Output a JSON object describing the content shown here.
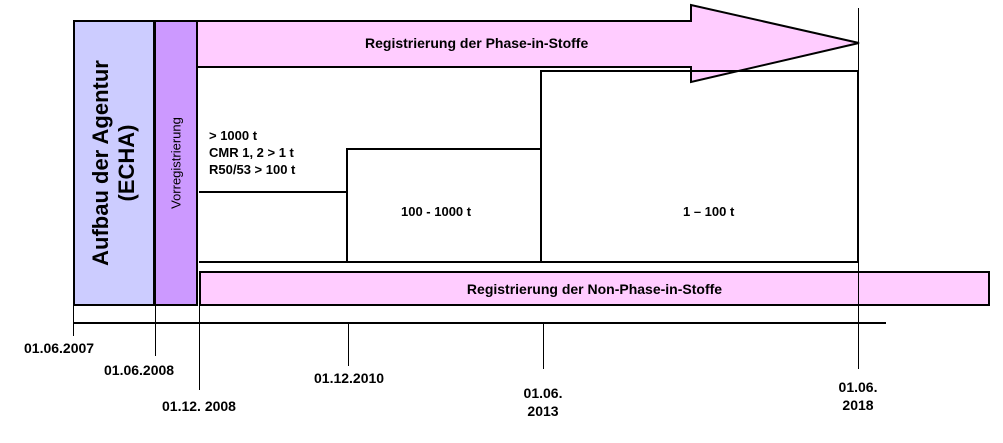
{
  "agency_block": {
    "line1": "Aufbau der Agentur",
    "line2": "(ECHA)"
  },
  "preregistration": {
    "label": "Vorregistrierung"
  },
  "phase_in_arrow": {
    "label": "Registrierung der Phase-in-Stoffe"
  },
  "non_phase_in_bar": {
    "label": "Registrierung der Non-Phase-in-Stoffe"
  },
  "tonnage_steps": {
    "step1": {
      "line1": "> 1000 t",
      "line2": "CMR 1, 2 > 1 t",
      "line3": "R50/53 > 100 t"
    },
    "step2": {
      "label": "100 - 1000 t"
    },
    "step3": {
      "label": "1 – 100 t"
    }
  },
  "timeline": {
    "d1": "01.06.2007",
    "d2": "01.06.2008",
    "d3": "01.12. 2008",
    "d4": "01.12.2010",
    "d5_line1": "01.06.",
    "d5_line2": "2013",
    "d6_line1": "01.06.",
    "d6_line2": "2018"
  },
  "colors": {
    "agency_fill": "#ccccff",
    "preregistration_fill": "#cc99ff",
    "phase_in_fill": "#ffccff",
    "non_phase_in_fill": "#ffccff",
    "line": "#000000"
  }
}
